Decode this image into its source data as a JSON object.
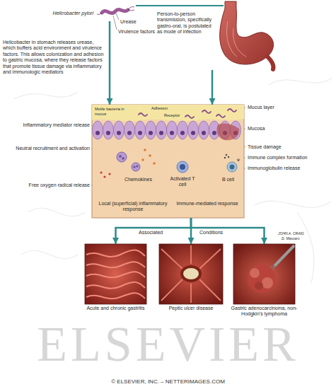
{
  "diagram": {
    "nodes": [
      {
        "text": [
          "Helicobacter pylori"
        ]
      },
      {
        "text": [
          "Person-to-person transmission, specifically gastro-oral, is postulated as mode of infection"
        ]
      },
      {
        "text": [
          "Local (superficial) inflammatory response",
          "Immune-mediated response"
        ]
      },
      {
        "text": [
          "Acute and chronic gastritis"
        ]
      },
      {
        "text": [
          "Peptic ulcer disease"
        ]
      },
      {
        "text": [
          "Gastric adenocarcinoma, non-Hodgkin's lymphoma"
        ]
      }
    ],
    "edges": [
      {
        "from": 0,
        "to": 2,
        "arrow": "to"
      },
      {
        "from": 1,
        "to": 2,
        "arrow": "to"
      },
      {
        "from": 2,
        "to": 3,
        "arrow": "to"
      },
      {
        "from": 2,
        "to": 4,
        "arrow": "to"
      },
      {
        "from": 2,
        "to": 5,
        "arrow": "to"
      }
    ],
    "labels": [
      "Urease",
      "Virulence factors",
      "Helicobacter in stomach releases urease, which buffers acid environment and virulence factors. This allows colonization and adhesion to gastric mucosa, where they release factors that promote tissue damage via inflammatory and immunologic mediators",
      "Motile bacteria in mucus",
      "Adhesion",
      "Receptor",
      "Mucus layer",
      "Mucosa",
      "Inflammatory mediator release",
      "Tissue damage",
      "Neutral recruitment and activation",
      "Immune complex formation",
      "Chemokines",
      "Activated T cell",
      "Immunoglobulin release",
      "Free oxygen radical release",
      "B cell",
      "Associated",
      "Conditions",
      "JOHN A. CRAIG",
      "D. Mascaro",
      "ELSEVIER",
      "© ELSEVIER, INC. – NETTERIMAGES.COM"
    ]
  }
}
